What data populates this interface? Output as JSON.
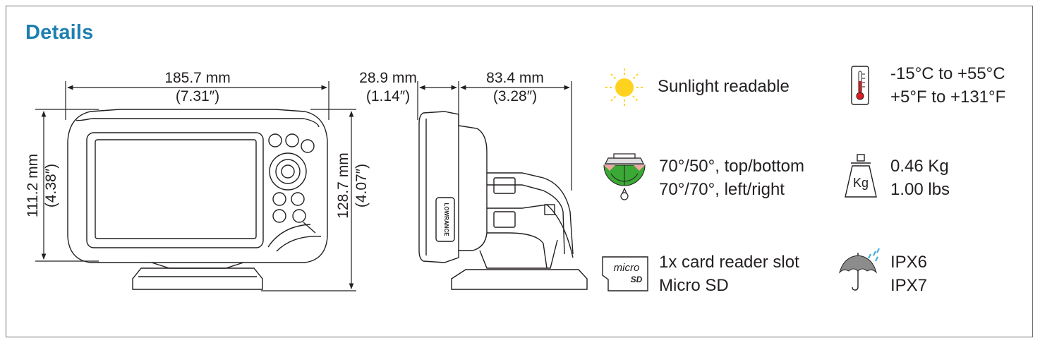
{
  "title": "Details",
  "dimensions": {
    "front_width_mm": "185.7 mm",
    "front_width_in": "(7.31″)",
    "front_height_mm": "111.2 mm",
    "front_height_in": "(4.38″)",
    "overall_height_mm": "128.7 mm",
    "overall_height_in": "(4.07″)",
    "side_depth_mm": "28.9 mm",
    "side_depth_in": "(1.14″)",
    "bracket_depth_mm": "83.4 mm",
    "bracket_depth_in": "(3.28″)"
  },
  "specs": {
    "sunlight": "Sunlight readable",
    "temp_c": "-15°C to +55°C",
    "temp_f": "+5°F to +131°F",
    "viewing_1": "70°/50°, top/bottom",
    "viewing_2": "70°/70°, left/right",
    "weight_kg": "0.46 Kg",
    "weight_lbs": "1.00 lbs",
    "card_1": "1x card reader slot",
    "card_2": "Micro SD",
    "ip_1": "IPX6",
    "ip_2": "IPX7"
  },
  "icon_labels": {
    "weight": "Kg",
    "micro_top": "micro",
    "micro_bottom": "SD",
    "brand": "LOWRANCE"
  },
  "colors": {
    "title": "#1d7fb0",
    "sun": "#ffd21f",
    "thermo": "#e21b23",
    "viewing_green": "#3aa935",
    "viewing_red": "#f2a5a0",
    "rain": "#3da9e0"
  }
}
